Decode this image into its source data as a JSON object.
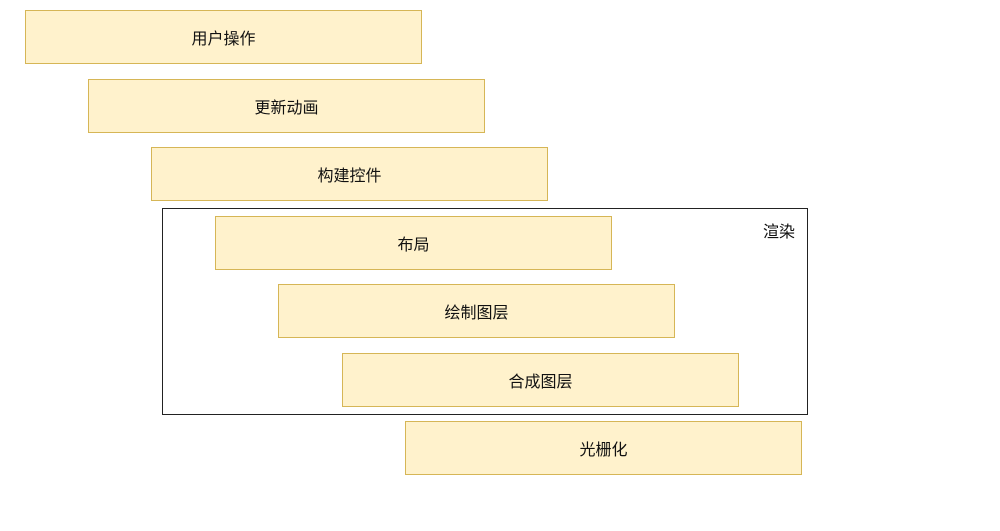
{
  "pipeline": {
    "steps": [
      "用户操作",
      "更新动画",
      "构建控件",
      "布局",
      "绘制图层",
      "合成图层",
      "光栅化"
    ],
    "group_label": "渲染"
  },
  "colors": {
    "box_fill": "#fff2cc",
    "box_border": "#d6b656",
    "group_border": "#222222"
  }
}
